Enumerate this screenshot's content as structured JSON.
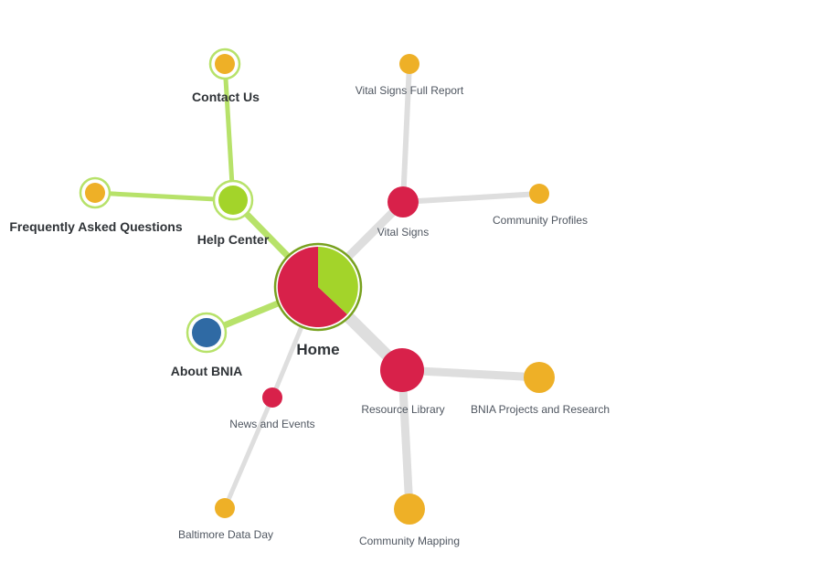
{
  "colors": {
    "green": "#a3d42a",
    "green_ring": "#b7e26a",
    "home_ring": "#78a11f",
    "red": "#d8214a",
    "orange": "#eeb027",
    "blue": "#2f6aa4",
    "edge_grey": "#dedede"
  },
  "nodes": {
    "home": {
      "label": "Home"
    },
    "help_center": {
      "label": "Help Center"
    },
    "contact_us": {
      "label": "Contact Us"
    },
    "faq": {
      "label": "Frequently Asked Questions"
    },
    "about_bnia": {
      "label": "About BNIA"
    },
    "vital_signs": {
      "label": "Vital Signs"
    },
    "vital_signs_full_report": {
      "label": "Vital Signs Full Report"
    },
    "community_profiles": {
      "label": "Community Profiles"
    },
    "resource_library": {
      "label": "Resource Library"
    },
    "bnia_projects_research": {
      "label": "BNIA Projects and Research"
    },
    "community_mapping": {
      "label": "Community Mapping"
    },
    "news_events": {
      "label": "News and Events"
    },
    "baltimore_data_day": {
      "label": "Baltimore Data Day"
    }
  }
}
